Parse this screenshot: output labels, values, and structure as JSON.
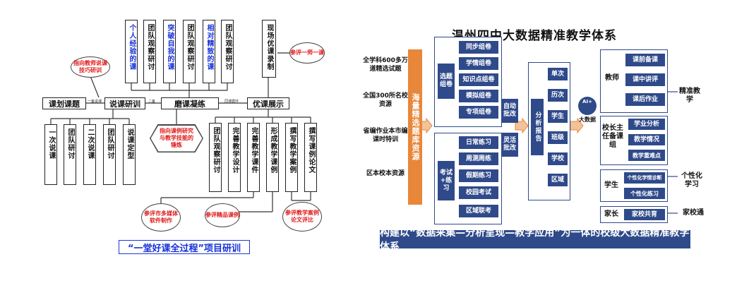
{
  "left": {
    "top_boxes": [
      {
        "text": "个人经验的课",
        "blue": true
      },
      {
        "text": "团队观察研讨",
        "blue": false
      },
      {
        "text": "突破自我的课",
        "blue": true
      },
      {
        "text": "团队观察研讨",
        "blue": false
      },
      {
        "text": "相对精致的课",
        "blue": true
      },
      {
        "text": "团队观察研讨",
        "blue": false
      },
      {
        "text": "现场优课录制",
        "blue": false
      }
    ],
    "main_row": [
      "课划课题",
      "说课研训",
      "磨课凝练",
      "优课展示"
    ],
    "small_labels": [
      "一备说课",
      "二备",
      "再备课",
      "同课循环"
    ],
    "bottom_left": [
      "一次说课",
      "团队研讨",
      "二次说课",
      "团队研讨",
      "说课定型"
    ],
    "bottom_right": [
      "团队观察研讨",
      "完善教学设计",
      "完善教学课件",
      "形成教学课例",
      "撰写教学案例",
      "撰写课例论文"
    ],
    "bubble_top_left": "指向教师说课技巧研训",
    "bubble_top_right": "参评一师一课",
    "hex_middle": "指向课例研究与教学技能的锤炼",
    "bubble_bottom": [
      "参评市多媒体软件制作",
      "参评精品课例",
      "参评教学案例论文评比"
    ],
    "caption": "“一堂好课全过程”项目研训"
  },
  "right": {
    "title": "温州四中大数据精准教学体系",
    "sources": [
      "全学科600多万道精选试题",
      "全国300所名校资源",
      "省编作业本市编课时特训",
      "区本校本资源"
    ],
    "bank": "海量精选题库资源",
    "group1": {
      "label": "选题组卷",
      "items": [
        "同步组卷",
        "学情组卷",
        "知识点组卷",
        "模拟组卷",
        "专项组卷"
      ]
    },
    "group2": {
      "label": "考试+练习",
      "items": [
        "日常练习",
        "周测周练",
        "假期练习",
        "校园考试",
        "区域联考"
      ]
    },
    "batch": [
      "自动批改",
      "灵活批改"
    ],
    "report_label": "分析报告",
    "report_items": [
      "单次",
      "历次",
      "学生",
      "班级",
      "学校",
      "区域"
    ],
    "ai_badge": [
      "AI+",
      "大数据"
    ],
    "roles": [
      {
        "role": "教师",
        "items": [
          "课前备课",
          "课中讲评",
          "课后作业"
        ],
        "outcome": "精准教学"
      },
      {
        "role": "校长主任备课组",
        "items": [
          "学业分析",
          "教学情况",
          "教学重难点"
        ],
        "outcome": ""
      },
      {
        "role": "学生",
        "items": [
          "个性化学情诊断",
          "个性化练习"
        ],
        "outcome": "个性化学习"
      },
      {
        "role": "家长",
        "items": [
          "家校共育"
        ],
        "outcome": "家校通"
      }
    ],
    "bottom": "构建以“数据采集—分析呈现—教学应用”为一体的校级大数据精准教学体系"
  },
  "colors": {
    "accent_blue": "#2f4a8a",
    "orange": "#e8873a",
    "red_text": "#e01a1a",
    "blue_text": "#1530d8"
  }
}
